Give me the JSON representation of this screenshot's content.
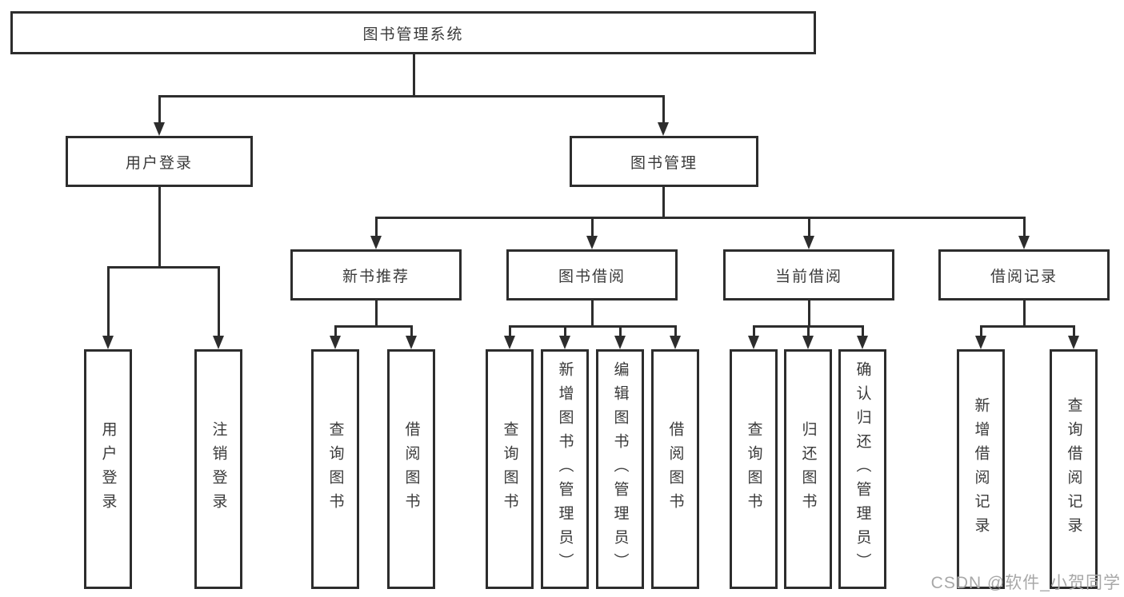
{
  "tree": {
    "root": "图书管理系统",
    "branches": [
      {
        "label": "用户登录",
        "children": [
          "用户登录",
          "注销登录"
        ]
      },
      {
        "label": "图书管理",
        "sections": [
          {
            "label": "新书推荐",
            "children": [
              "查询图书",
              "借阅图书"
            ]
          },
          {
            "label": "图书借阅",
            "children": [
              "查询图书",
              "新增图书（管理员）",
              "编辑图书（管理员）",
              "借阅图书"
            ]
          },
          {
            "label": "当前借阅",
            "children": [
              "查询图书",
              "归还图书",
              "确认归还（管理员）"
            ]
          },
          {
            "label": "借阅记录",
            "children": [
              "新增借阅记录",
              "查询借阅记录"
            ]
          }
        ]
      }
    ]
  },
  "watermark": {
    "text": "CSDN @软件_小贺同学"
  },
  "colors": {
    "line": "#2d2d2d",
    "node_text": "#3a3a3a",
    "watermark_text": "#a8a8a8",
    "background": "#ffffff"
  }
}
